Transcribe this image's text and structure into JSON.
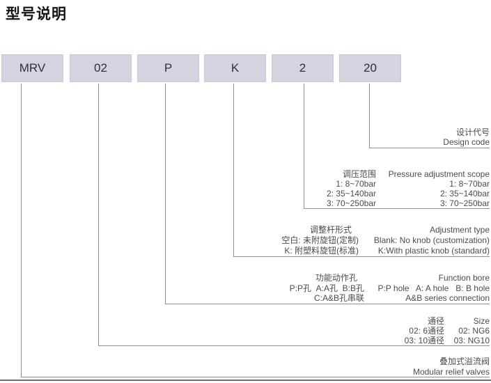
{
  "title": "型号说明",
  "boxes": [
    {
      "code": "MRV"
    },
    {
      "code": "02"
    },
    {
      "code": "P"
    },
    {
      "code": "K"
    },
    {
      "code": "2"
    },
    {
      "code": "20"
    }
  ],
  "labels": {
    "design_code": {
      "zh": "设计代号",
      "en": "Design code"
    },
    "pressure": {
      "header_zh": "调压范围",
      "header_en": "Pressure adjustment scope",
      "rows": [
        {
          "zh": "1: 8~70bar",
          "en": "1: 8~70bar"
        },
        {
          "zh": "2: 35~140bar",
          "en": "2: 35~140bar"
        },
        {
          "zh": "3: 70~250bar",
          "en": "3: 70~250bar"
        }
      ]
    },
    "adjustment": {
      "header_zh": "调整杆形式",
      "header_en": "Adjustment type",
      "rows": [
        {
          "zh": "空白: 未附旋钮(定制)",
          "en": "Blank: No knob (customization)"
        },
        {
          "zh": "K: 附塑料旋钮(标准)",
          "en": "K:With plastic knob (standard)"
        }
      ]
    },
    "function_bore": {
      "header_zh": "功能动作孔",
      "header_en": "Function bore",
      "rows": [
        {
          "zh": "P:P孔  A:A孔  B:B孔",
          "en": "P:P hole   A: A hole   B: B hole"
        },
        {
          "zh": "C:A&B孔串联",
          "en": "A&B series connection"
        }
      ]
    },
    "size": {
      "header_zh": "通径",
      "header_en": "Size",
      "rows": [
        {
          "zh": "02: 6通径",
          "en": "02: NG6"
        },
        {
          "zh": "03: 10通径",
          "en": "03: NG10"
        }
      ]
    },
    "valve_type": {
      "zh": "叠加式溢流阀",
      "en": "Modular relief valves"
    }
  },
  "colors": {
    "box_fill": "#d3d4df",
    "box_text": "#2e2e38",
    "label_text": "#4b4b4b",
    "connector_line": "#8f8f98",
    "bottom_border": "#6e6e78"
  }
}
